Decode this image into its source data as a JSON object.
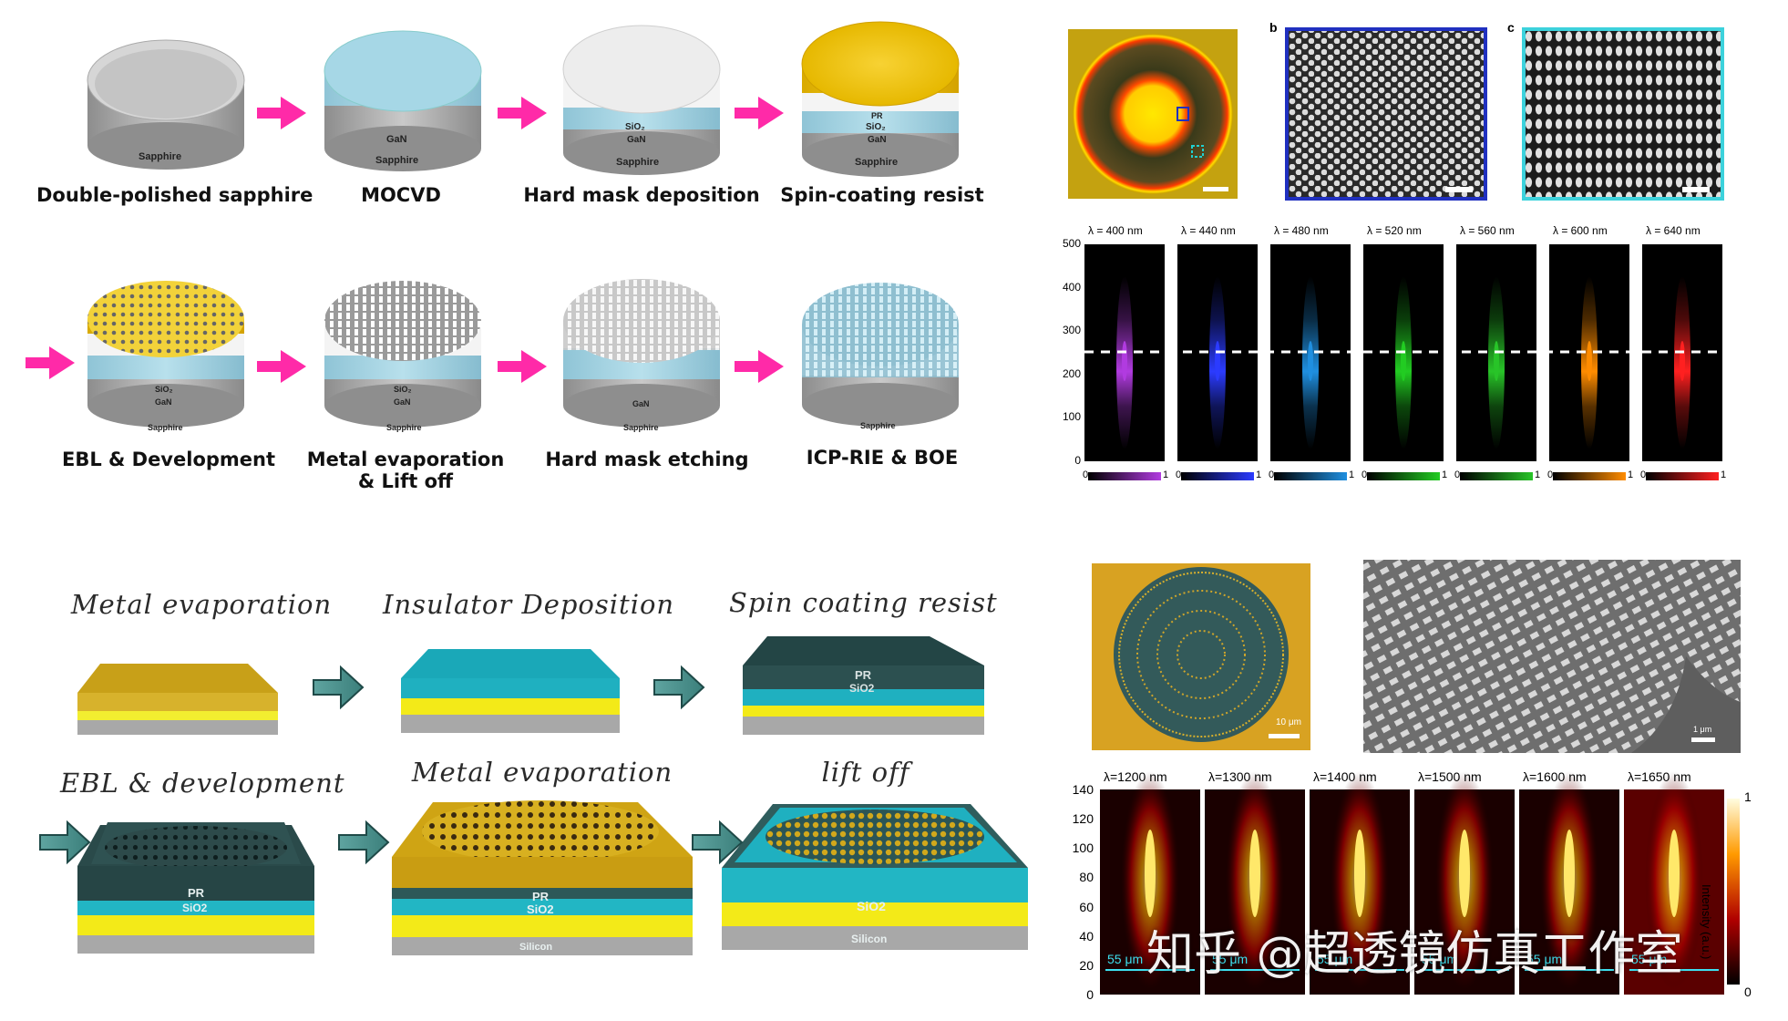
{
  "process1": {
    "steps": [
      {
        "label": "Double-polished sapphire",
        "layers": [
          "Sapphire"
        ]
      },
      {
        "label": "MOCVD",
        "layers": [
          "GaN",
          "Sapphire"
        ]
      },
      {
        "label": "Hard mask deposition",
        "layers": [
          "SiO₂",
          "GaN",
          "Sapphire"
        ]
      },
      {
        "label": "Spin-coating resist",
        "layers": [
          "PR",
          "SiO₂",
          "GaN",
          "Sapphire"
        ]
      },
      {
        "label": "EBL & Development",
        "layers": [
          "SiO₂",
          "GaN",
          "Sapphire"
        ]
      },
      {
        "label": "Metal evaporation",
        "label2": "& Lift off",
        "layers": [
          "SiO₂",
          "GaN",
          "Sapphire"
        ]
      },
      {
        "label": "Hard mask etching",
        "layers": [
          "GaN",
          "Sapphire"
        ]
      },
      {
        "label": "ICP-RIE & BOE",
        "layers": [
          "Sapphire"
        ]
      }
    ]
  },
  "process2": {
    "steps": [
      {
        "label": "Metal evaporation"
      },
      {
        "label": "Insulator Deposition"
      },
      {
        "label": "Spin coating resist",
        "layers": [
          "PR",
          "SiO2"
        ]
      },
      {
        "label": "EBL & development",
        "layers": [
          "PR",
          "SiO2"
        ]
      },
      {
        "label": "Metal evaporation",
        "layers": [
          "PR",
          "SiO2",
          "Silicon"
        ]
      },
      {
        "label": "lift off",
        "layers": [
          "SiO2",
          "Silicon"
        ]
      }
    ]
  },
  "panel_top": {
    "labels": [
      "b",
      "c"
    ],
    "y_ticks": [
      "500",
      "400",
      "300",
      "200",
      "100",
      "0"
    ],
    "wavelengths": [
      "λ = 400 nm",
      "λ = 440 nm",
      "λ = 480 nm",
      "λ = 520 nm",
      "λ = 560 nm",
      "λ = 600 nm",
      "λ = 640 nm"
    ],
    "colors": [
      "#b13be0",
      "#2b3bff",
      "#1f8fe0",
      "#22cc22",
      "#28c428",
      "#ff8c00",
      "#ff2020"
    ],
    "cbar_min": "0",
    "cbar_max": "1"
  },
  "panel_bottom": {
    "scale_label_optical": "10 μm",
    "scale_label_sem": "1 μm",
    "y_ticks": [
      "140",
      "120",
      "100",
      "80",
      "60",
      "40",
      "20",
      "0"
    ],
    "wavelengths": [
      "λ=1200 nm",
      "λ=1300 nm",
      "λ=1400 nm",
      "λ=1500 nm",
      "λ=1600 nm",
      "λ=1650 nm"
    ],
    "width_label": "55 μm",
    "cbar_label": "Intensity (a.u.)",
    "cbar_max": "1",
    "cbar_min": "0"
  },
  "watermark": "知乎 @超透镜仿真工作室"
}
